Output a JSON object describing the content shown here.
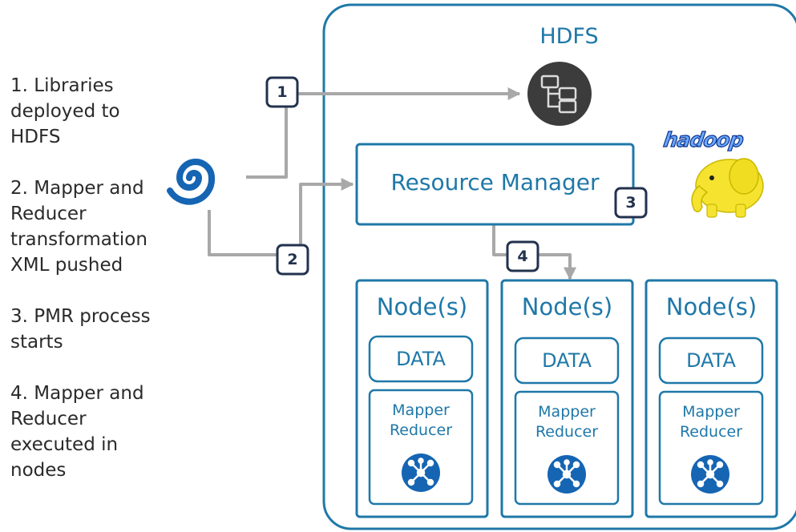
{
  "steps": [
    "1. Libraries deployed to HDFS",
    "2. Mapper and Reducer transformation XML pushed",
    "3. PMR process starts",
    "4. Mapper and Reducer executed in nodes"
  ],
  "hdfs": {
    "title": "HDFS"
  },
  "resource_manager": {
    "label": "Resource Manager"
  },
  "badges": [
    "1",
    "2",
    "3",
    "4"
  ],
  "nodes": [
    {
      "title": "Node(s)",
      "data_label": "DATA",
      "mr_label": "Mapper Reducer"
    },
    {
      "title": "Node(s)",
      "data_label": "DATA",
      "mr_label": "Mapper Reducer"
    },
    {
      "title": "Node(s)",
      "data_label": "DATA",
      "mr_label": "Mapper Reducer"
    }
  ],
  "logo": {
    "text": "hadoop",
    "icon": "hadoop-elephant-logo"
  },
  "colors": {
    "accent_teal": "#1f78a8",
    "badge_navy": "#22324e",
    "arrow_gray": "#a8a8a8",
    "hdfs_icon_bg": "#3c3c3c",
    "elephant_yellow": "#f5e330",
    "mr_icon_blue": "#1565b3"
  }
}
